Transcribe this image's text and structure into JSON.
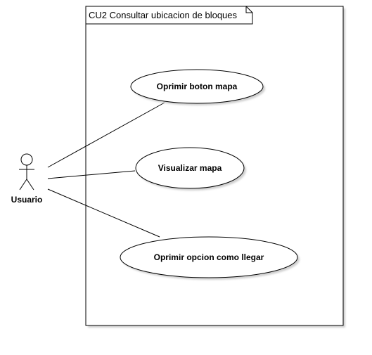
{
  "frame": {
    "title": "CU2 Consultar ubicacion de bloques"
  },
  "actor": {
    "name": "Usuario"
  },
  "use_cases": [
    {
      "label": "Oprimir boton mapa"
    },
    {
      "label": "Visualizar mapa"
    },
    {
      "label": "Oprimir opcion como llegar"
    }
  ],
  "colors": {
    "line": "#000000",
    "shadow": "#cccccc",
    "fill": "#ffffff"
  }
}
